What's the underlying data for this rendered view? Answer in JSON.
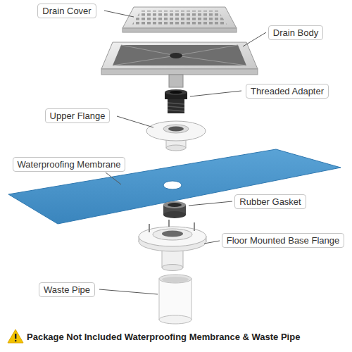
{
  "diagram": {
    "labels": [
      "Drain Cover",
      "Drain Body",
      "Threaded Adapter",
      "Upper Flange",
      "Waterproofing Membrane",
      "Rubber Gasket",
      "Floor Mounted Base Flange",
      "Waste Pipe",
      "Package Not Included Waterproofing Membrance & Waste Pipe"
    ]
  }
}
